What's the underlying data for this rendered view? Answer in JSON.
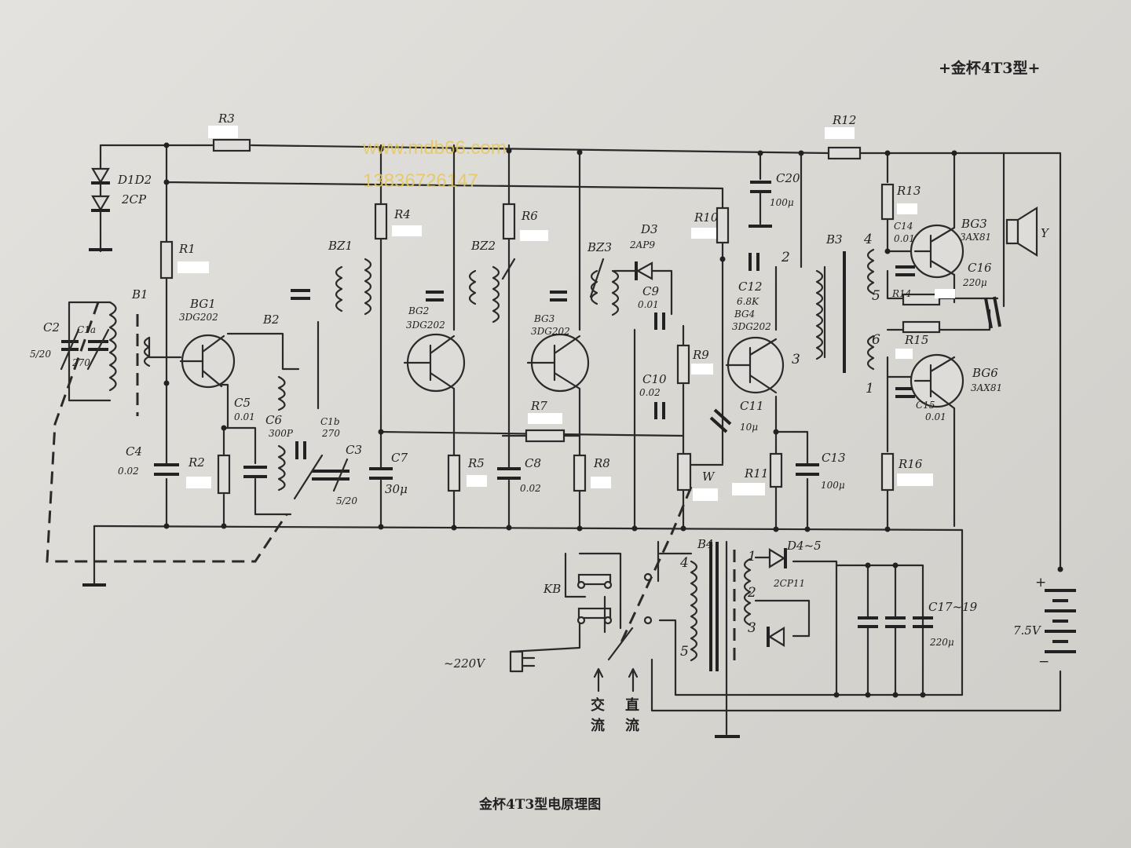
{
  "header": {
    "model_title": "+金杯4T3型+"
  },
  "caption": "金杯4T3型电原理图",
  "watermark": {
    "site": "www.mdb66.com",
    "phone": "13836726147"
  },
  "labels": {
    "R3": "R3",
    "D1D2": "D1D2",
    "D1D2_type": "2CP",
    "R1": "R1",
    "B1": "B1",
    "BG1": "BG1",
    "BG1_type": "3DG202",
    "B2": "B2",
    "C2": "C2",
    "C2_val": "5/20",
    "C1a": "C1a",
    "C1a_val": "270",
    "C4": "C4",
    "C4_val": "0.02",
    "C5": "C5",
    "C5_val": "0.01",
    "C6": "C6",
    "C6_val": "300P",
    "C1b": "C1b",
    "C1b_val": "270",
    "C3": "C3",
    "C3_val": "5/20",
    "R2": "R2",
    "BZ1": "BZ1",
    "R4": "R4",
    "C7": "C7",
    "C7_val": "30μ",
    "BG2": "BG2",
    "BG2_type": "3DG202",
    "BZ2": "BZ2",
    "R5": "R5",
    "R6": "R6",
    "C8": "C8",
    "C8_val": "0.02",
    "BZ3": "BZ3",
    "BG3_if": "BG3",
    "BG3_if_type": "3DG202",
    "R7": "R7",
    "R8": "R8",
    "D3": "D3",
    "D3_type": "2AP9",
    "C9": "C9",
    "C9_val": "0.01",
    "C10": "C10",
    "C10_val": "0.02",
    "R9": "R9",
    "W": "W",
    "R10": "R10",
    "C12": "C12",
    "C12_val": "6.8K",
    "BG4": "BG4",
    "BG4_type": "3DG202",
    "C11": "C11",
    "C11_val": "10μ",
    "R11": "R11",
    "C13": "C13",
    "C13_val": "100μ",
    "C20": "C20",
    "C20_val": "100μ",
    "R12": "R12",
    "B3": "B3",
    "R13": "R13",
    "C14": "C14",
    "C14_val": "0.01",
    "BG5": "BG3",
    "BG5_type": "3AX81",
    "C16": "C16",
    "C16_val": "220μ",
    "R14": "R14",
    "R15": "R15",
    "BG6": "BG6",
    "BG6_type": "3AX81",
    "C15": "C15",
    "C15_val": "0.01",
    "R16": "R16",
    "Y": "Y",
    "B4": "B4",
    "KB": "KB",
    "mains": "~220V",
    "D45": "D4~5",
    "D45_type": "2CP11",
    "C1719": "C17~19",
    "C1719_val": "220μ",
    "batt": "7.5V",
    "plus": "+",
    "minus": "−",
    "ac": "交流",
    "dc": "直流",
    "n1": "1",
    "n2": "2",
    "n3": "3",
    "n4": "4",
    "n5": "5",
    "n6": "6"
  }
}
